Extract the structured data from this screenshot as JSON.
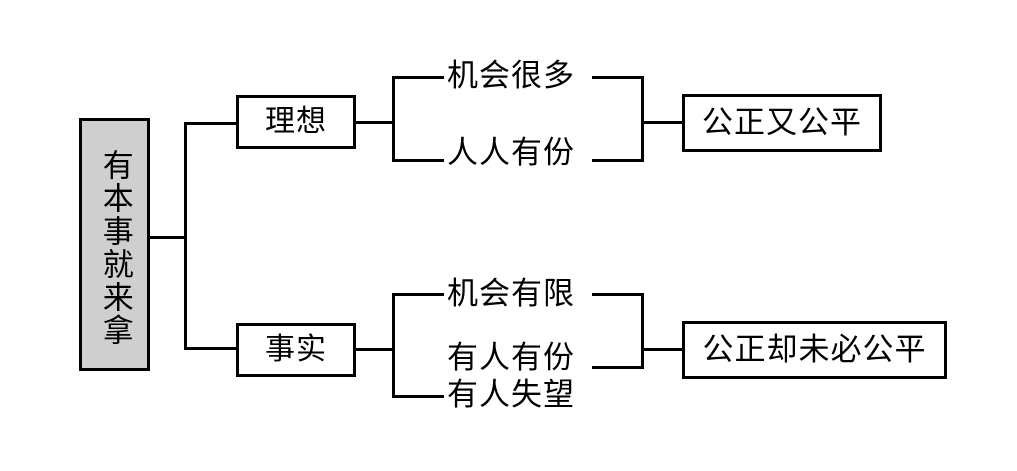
{
  "diagram": {
    "type": "tree-diagram",
    "orientation": "left-to-right",
    "root": {
      "label": "有本事就来拿",
      "text_direction": "vertical",
      "fill_color": "#cfcfcf",
      "border_color": "#000000"
    },
    "branches": [
      {
        "name": "ideal",
        "node_label": "理想",
        "items": [
          "机会很多",
          "人人有份"
        ],
        "result_label": "公正又公平"
      },
      {
        "name": "fact",
        "node_label": "事实",
        "items": [
          "机会有限",
          "有人有份\n有人失望"
        ],
        "result_label": "公正却未必公平"
      }
    ],
    "labels": {
      "ideal_item_1": "机会很多",
      "ideal_item_2": "人人有份",
      "fact_item_1": "机会有限",
      "fact_item_2_line1": "有人有份",
      "fact_item_2_line2": "有人失望",
      "result_top": "公正又公平",
      "result_bottom": "公正却未必公平",
      "node_ideal": "理想",
      "node_fact": "事实",
      "root": "有本事就来拿"
    },
    "colors": {
      "line": "#000000",
      "root_fill": "#cfcfcf",
      "node_fill": "#ffffff",
      "text": "#000000",
      "background": "#ffffff"
    }
  }
}
